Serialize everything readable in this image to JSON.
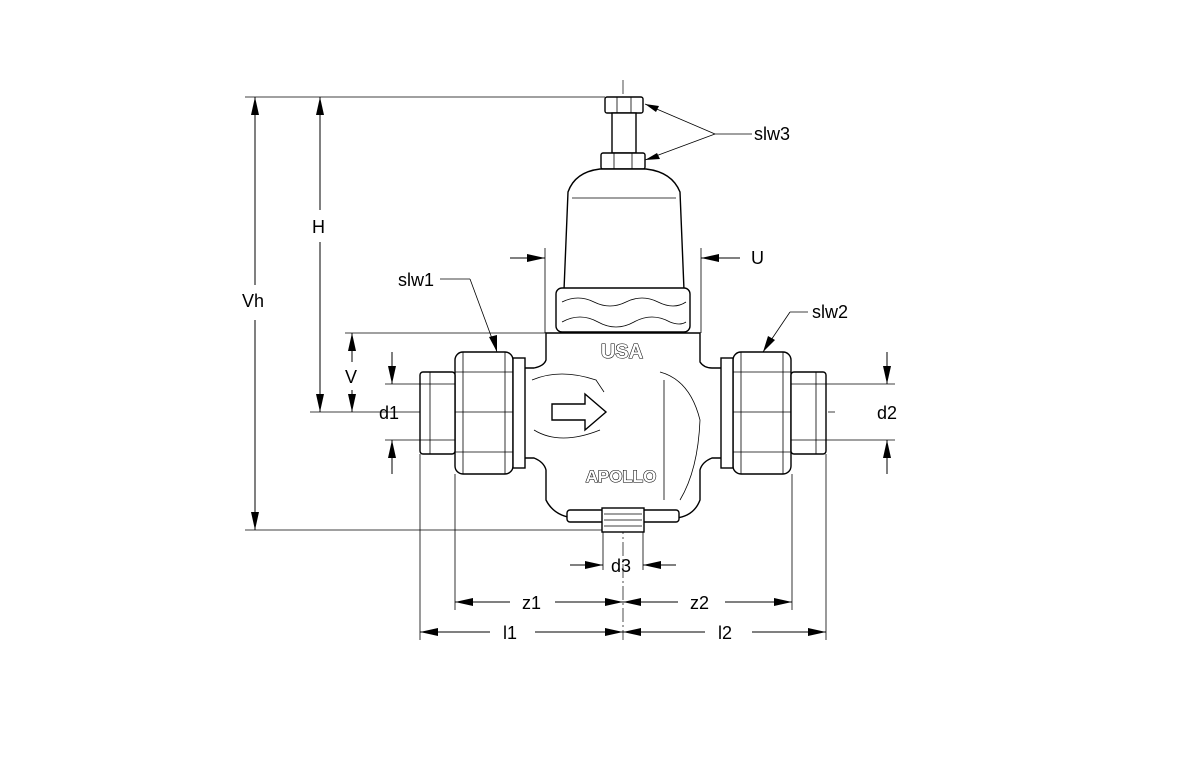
{
  "diagram": {
    "labels": {
      "slw3": "slw3",
      "slw1": "slw1",
      "slw2": "slw2",
      "H": "H",
      "Vh": "Vh",
      "U": "U",
      "V": "V",
      "d1": "d1",
      "d2": "d2",
      "d3": "d3",
      "z1": "z1",
      "z2": "z2",
      "l1": "l1",
      "l2": "l2"
    },
    "body_markings": {
      "country": "USA",
      "brand": "APOLLO"
    }
  }
}
